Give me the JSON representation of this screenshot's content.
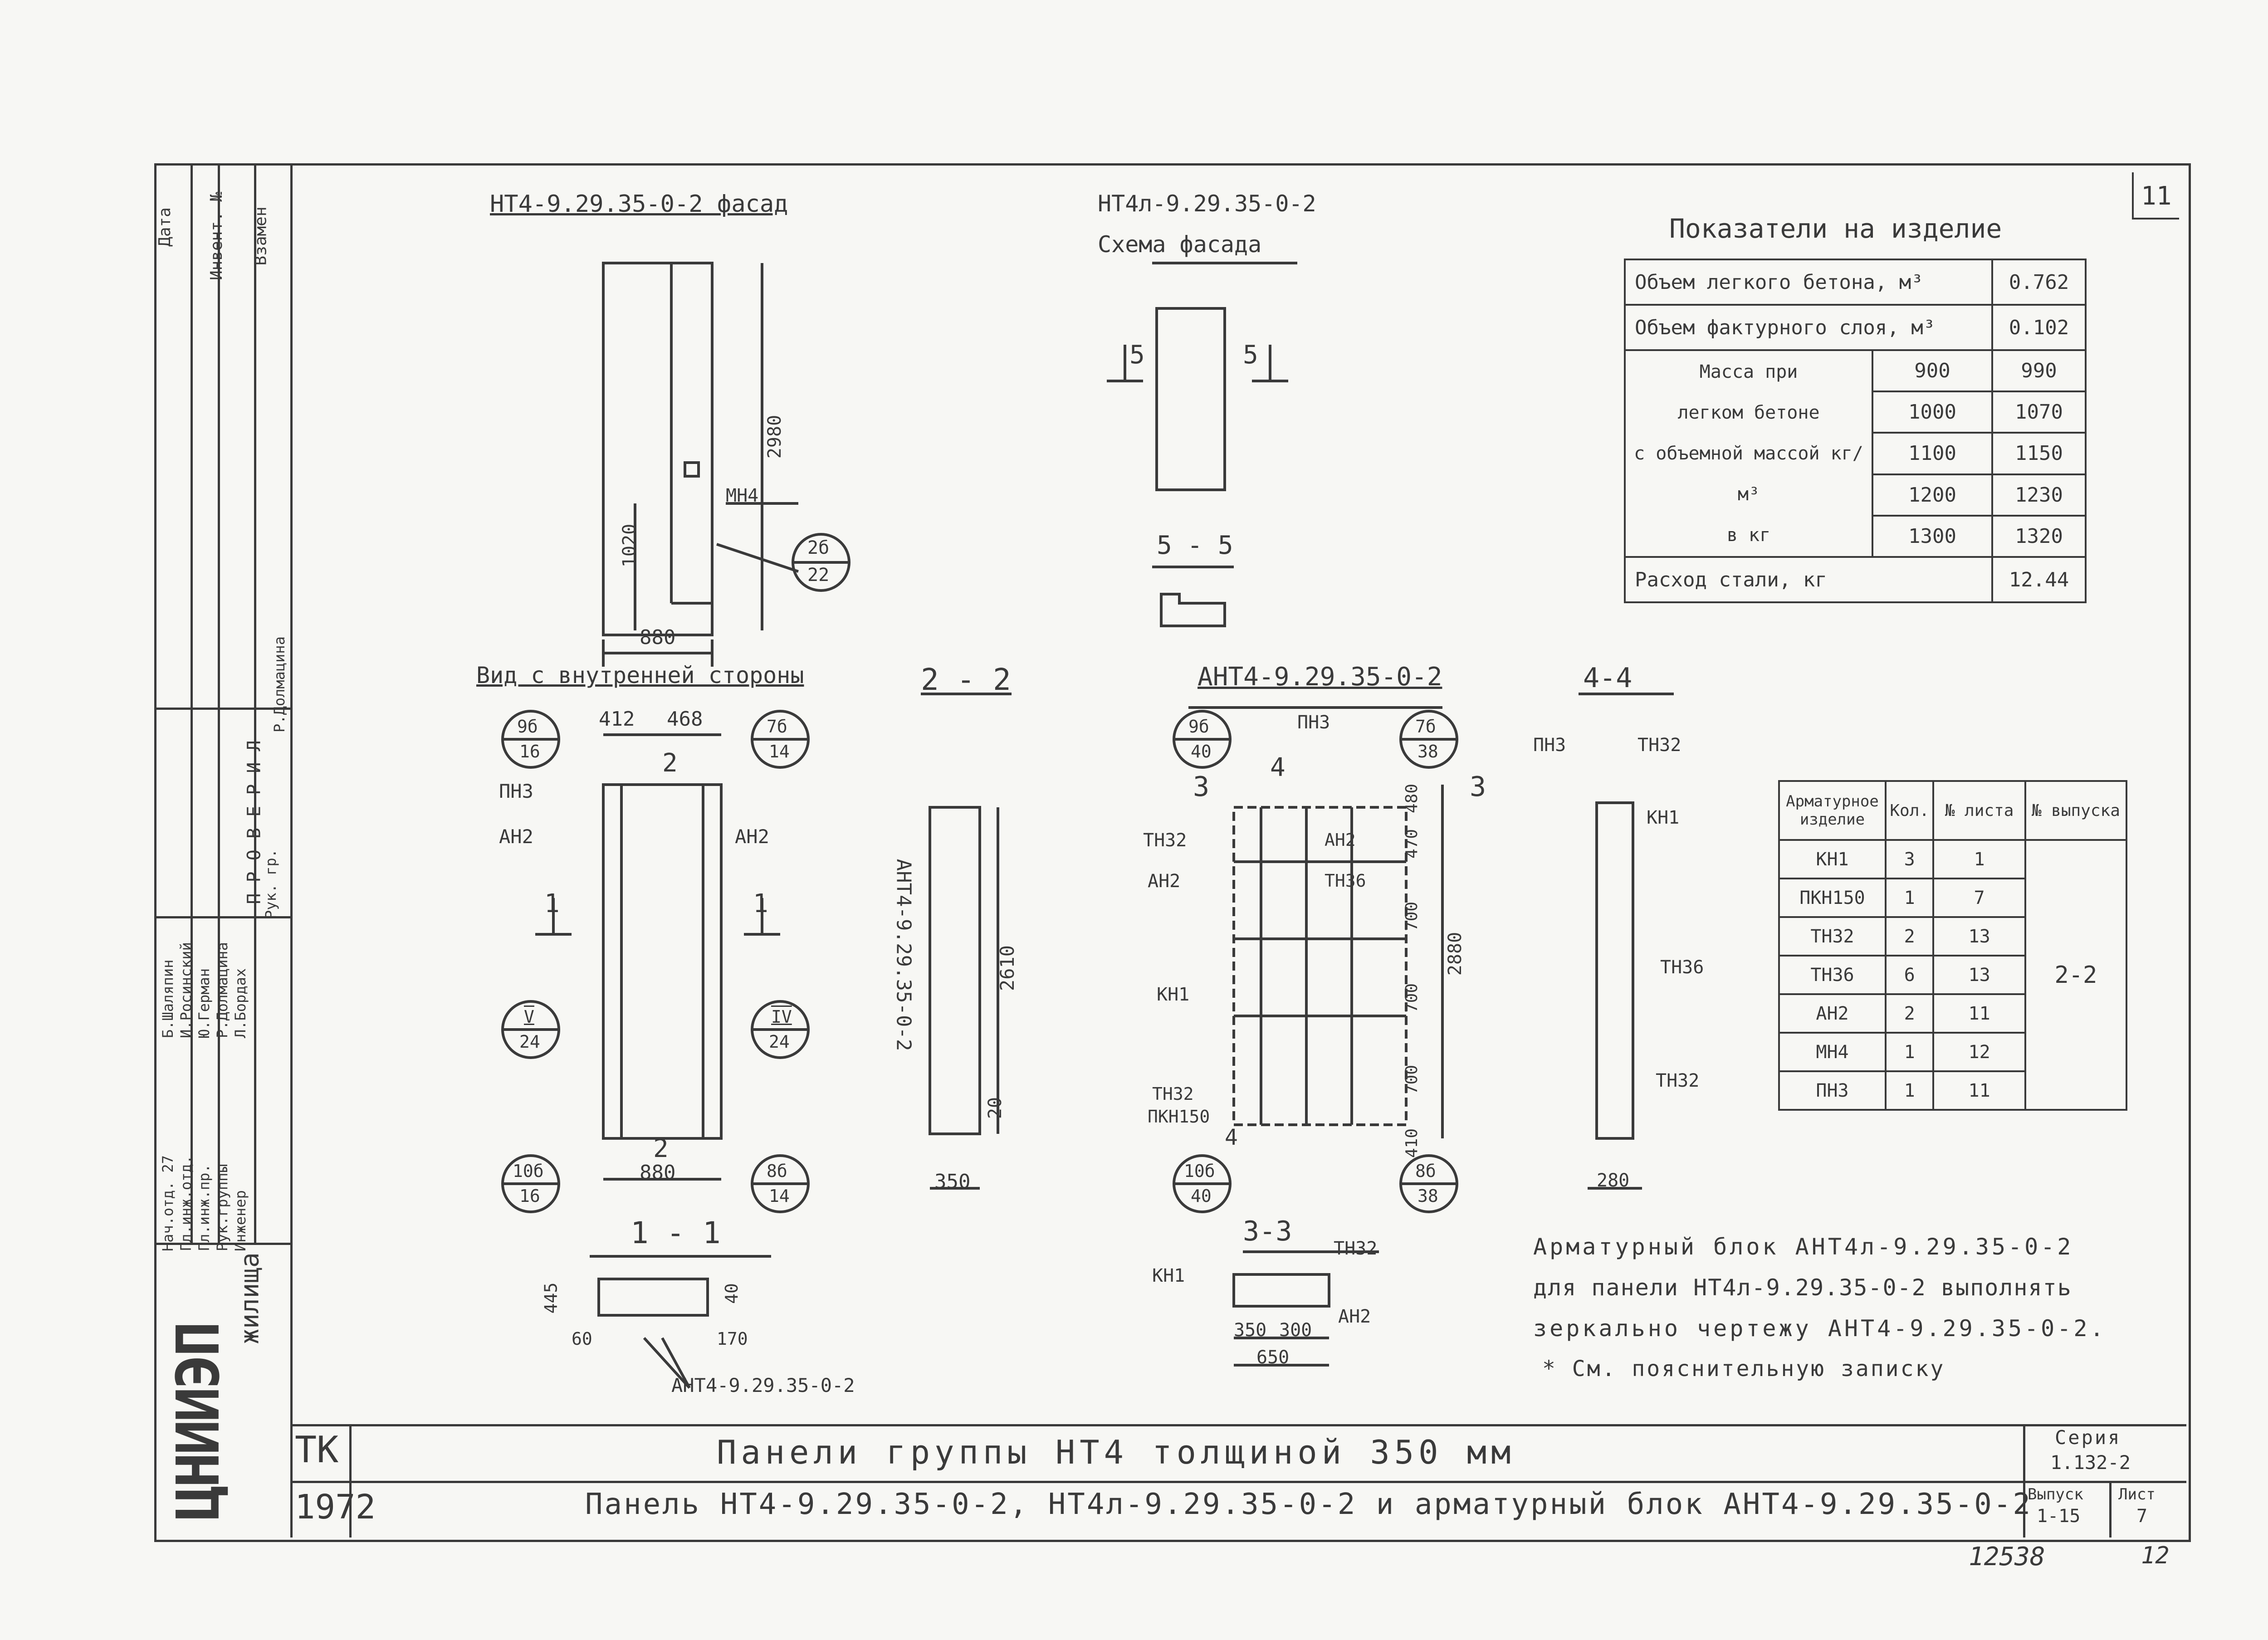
{
  "page_number": "11",
  "sheet_code": "12538",
  "sheet_code_sub": "12",
  "side_stamp": {
    "headers": [
      "Дата",
      "Инвент. №",
      "Взамен"
    ],
    "checked_label": "П Р О В Е Р И Л",
    "checked_rows": [
      {
        "role": "Рук. гр.",
        "name": "Р.Долмацина"
      }
    ],
    "roles": [
      {
        "role": "Нач.отд. 27",
        "name": "Б.Шаляпин"
      },
      {
        "role": "Гл.инж.отд.",
        "name": "И.Росинский"
      },
      {
        "role": "Гл.инж.пр.",
        "name": "Ю.Герман"
      },
      {
        "role": "Рук.группы",
        "name": "Р.Долмацина"
      },
      {
        "role": "Инженер",
        "name": "Л.Бордах"
      }
    ],
    "org_short": "ЦНИИЭП",
    "org_full": "жилища"
  },
  "views": {
    "facade_title": "НТ4-9.29.35-0-2 фасад",
    "facade_dims": {
      "height": "2980",
      "width": "880",
      "lower": "1020",
      "mark": "МН4",
      "callout_top": "2б",
      "callout_bottom": "22"
    },
    "scheme_title_1": "НТ4л-9.29.35-0-2",
    "scheme_title_2": "Схема фасада",
    "scheme_marks": [
      "5",
      "5"
    ],
    "section_5": "5 - 5",
    "inner_title": "Вид с внутренней стороны",
    "inner_dims": {
      "w1": "412",
      "w2": "468",
      "width": "880",
      "pnz": "ПН3",
      "an2_left": "АН2",
      "an2_right": "АН2"
    },
    "inner_marks": {
      "m1": "1",
      "m1b": "1",
      "m2": "2",
      "m2b": "2"
    },
    "inner_callouts": [
      {
        "top": "9б",
        "bottom": "16"
      },
      {
        "top": "7б",
        "bottom": "14"
      },
      {
        "top": "V",
        "bottom": "24"
      },
      {
        "top": "IV",
        "bottom": "24"
      },
      {
        "top": "10б",
        "bottom": "16"
      },
      {
        "top": "8б",
        "bottom": "14"
      }
    ],
    "section_2": "2 - 2",
    "section_2_dims": {
      "height": "2610",
      "bottom": "20",
      "width": "350",
      "label": "АНТ4-9.29.35-0-2"
    },
    "section_1": "1 - 1",
    "section_1_dims": {
      "h": "445",
      "a": "40",
      "b": "60",
      "c": "170",
      "label": "АНТ4-9.29.35-0-2"
    },
    "block_title": "АНТ4-9.29.35-0-2",
    "block_labels": {
      "pnz": "ПН3",
      "tn32a": "ТН32",
      "an2": "АН2",
      "tn36": "ТН36",
      "kn1": "КН1",
      "tn32b": "ТН32",
      "pkn150": "ПКН150",
      "an2b": "АН2"
    },
    "block_dims": {
      "d1": "480",
      "d2": "470",
      "d3": "700",
      "d4": "700",
      "d5": "700",
      "d6": "410",
      "total": "2880"
    },
    "block_marks": {
      "m3": "3",
      "m3b": "3",
      "m4": "4",
      "m4b": "4"
    },
    "block_callouts": [
      {
        "top": "9б",
        "bottom": "40"
      },
      {
        "top": "7б",
        "bottom": "38"
      },
      {
        "top": "10б",
        "bottom": "40"
      },
      {
        "top": "8б",
        "bottom": "38"
      }
    ],
    "section_3": "3-3",
    "section_3_labels": {
      "tn32": "ТН32",
      "kn1": "КН1",
      "an2": "АН2",
      "w1": "350",
      "w2": "300",
      "total": "650"
    },
    "section_4": "4-4",
    "section_4_labels": {
      "pnz": "ПН3",
      "tn32": "ТН32",
      "kn1": "КН1",
      "tn36": "ТН36",
      "tn32b": "ТН32",
      "width": "280"
    }
  },
  "indicators": {
    "title": "Показатели на изделие",
    "light_concrete_label": "Объем легкого бетона, м³",
    "light_concrete_value": "0.762",
    "facing_layer_label": "Объем фактурного слоя, м³",
    "facing_layer_value": "0.102",
    "mass_label_lines": [
      "Масса при",
      "легком бетоне",
      "с объемной массой кг/м³",
      "в кг"
    ],
    "mass_rows": [
      {
        "density": "900",
        "mass": "990"
      },
      {
        "density": "1000",
        "mass": "1070"
      },
      {
        "density": "1100",
        "mass": "1150"
      },
      {
        "density": "1200",
        "mass": "1230"
      },
      {
        "density": "1300",
        "mass": "1320"
      }
    ],
    "steel_label": "Расход стали, кг",
    "steel_value": "12.44"
  },
  "rebar_table": {
    "headers": [
      "Арматурное изделие",
      "Кол.",
      "№ листа",
      "№ выпуска"
    ],
    "rows": [
      {
        "item": "КН1",
        "qty": "3",
        "sheet": "1"
      },
      {
        "item": "ПКН150",
        "qty": "1",
        "sheet": "7"
      },
      {
        "item": "ТН32",
        "qty": "2",
        "sheet": "13"
      },
      {
        "item": "ТН36",
        "qty": "6",
        "sheet": "13"
      },
      {
        "item": "АН2",
        "qty": "2",
        "sheet": "11"
      },
      {
        "item": "МН4",
        "qty": "1",
        "sheet": "12"
      },
      {
        "item": "ПН3",
        "qty": "1",
        "sheet": "11"
      }
    ],
    "issue": "2-2"
  },
  "notes": {
    "line1": "Арматурный блок АНТ4л-9.29.35-0-2",
    "line2": "для панели НТ4л-9.29.35-0-2 выполнять",
    "line3": "зеркально чертежу АНТ4-9.29.35-0-2.",
    "line4": "* См. пояснительную записку"
  },
  "title_block": {
    "tk": "ТК",
    "year": "1972",
    "line1": "Панели группы НТ4 толщиной 350 мм",
    "line2": "Панель НТ4-9.29.35-0-2, НТ4л-9.29.35-0-2 и арматурный блок АНТ4-9.29.35-0-2",
    "series_label": "Серия",
    "series_value": "1.132-2",
    "issue_label": "Выпуск",
    "issue_value": "1-15",
    "sheet_label": "Лист",
    "sheet_value": "7"
  }
}
